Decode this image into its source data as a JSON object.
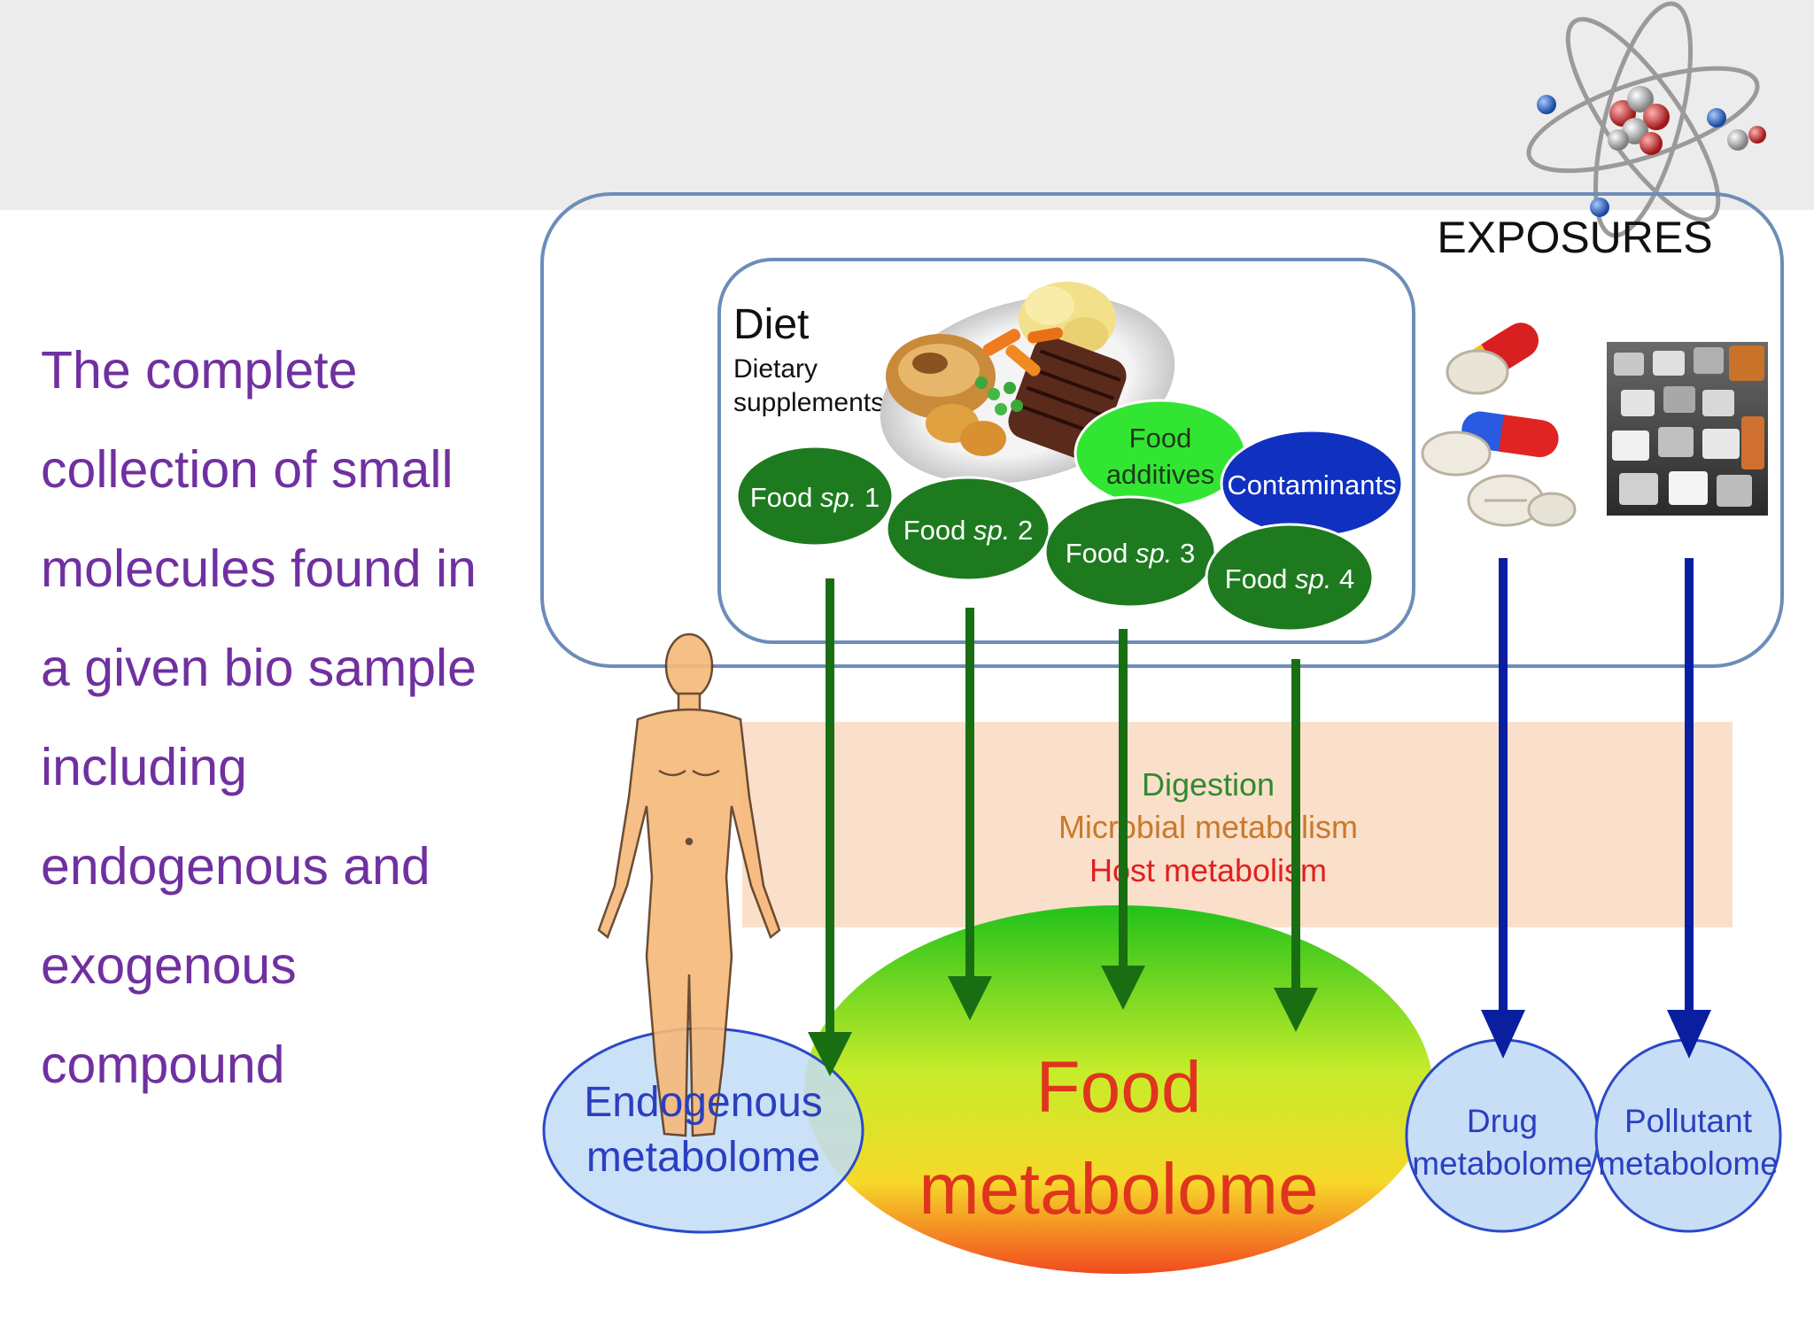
{
  "description_lines": [
    "The complete",
    "collection of small",
    "molecules found in",
    "a given bio sample",
    "including",
    "endogenous and",
    "exogenous",
    "compound"
  ],
  "exposures_label": "EXPOSURES",
  "diet": {
    "title": "Diet",
    "subtitle_line1": "Dietary",
    "subtitle_line2": "supplements"
  },
  "food_species": [
    {
      "prefix": "Food ",
      "italic": "sp.",
      "suffix": " 1"
    },
    {
      "prefix": "Food ",
      "italic": "sp.",
      "suffix": " 2"
    },
    {
      "prefix": "Food ",
      "italic": "sp.",
      "suffix": " 3"
    },
    {
      "prefix": "Food ",
      "italic": "sp.",
      "suffix": " 4"
    }
  ],
  "food_additives": {
    "line1": "Food",
    "line2": "additives"
  },
  "contaminants": "Contaminants",
  "processes": {
    "digestion": "Digestion",
    "microbial": "Microbial metabolism",
    "host": "Host metabolism"
  },
  "metabolomes": {
    "endogenous": {
      "line1": "Endogenous",
      "line2": "metabolome"
    },
    "food": {
      "line1": "Food",
      "line2": "metabolome"
    },
    "drug": {
      "line1": "Drug",
      "line2": "metabolome"
    },
    "pollutant": {
      "line1": "Pollutant",
      "line2": "metabolome"
    }
  },
  "colors": {
    "purple_text": "#7030a0",
    "dark_green": "#1e7a1e",
    "arrow_green": "#1a6e12",
    "arrow_blue": "#0a1fa0",
    "contaminants_blue": "#1030c0",
    "additives_green": "#33e533",
    "process_band": "#f9dcc4",
    "digestion": "#2f8a2f",
    "microbial": "#c87a2a",
    "host": "#e02020",
    "food_metabolome_text": "#e0341e",
    "blue_text": "#2a3fc0",
    "outline": "#6c8db8"
  }
}
